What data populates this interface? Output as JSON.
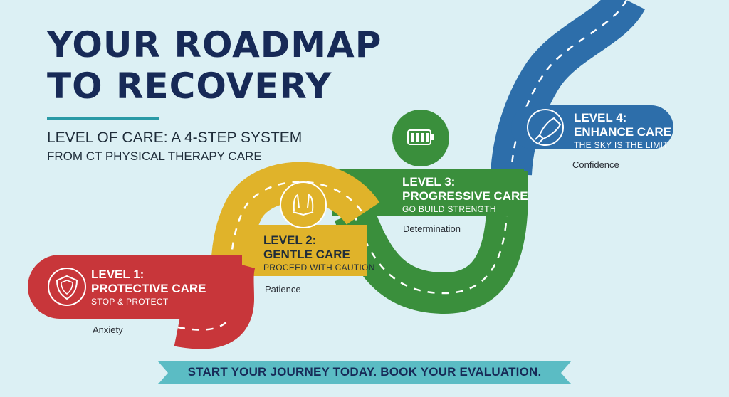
{
  "header": {
    "title_line1": "YOUR ROADMAP",
    "title_line2": "TO RECOVERY",
    "subtitle": "LEVEL OF CARE: A 4-STEP SYSTEM",
    "subtitle2": "FROM CT PHYSICAL THERAPY CARE"
  },
  "levels": [
    {
      "heading1": "LEVEL 1:",
      "heading2": "PROTECTIVE CARE",
      "tagline": "STOP & PROTECT",
      "emotion": "Anxiety",
      "icon": "shield-icon",
      "color": "#c8363a"
    },
    {
      "heading1": "LEVEL 2:",
      "heading2": "GENTLE CARE",
      "tagline": "PROCEED WITH CAUTION",
      "emotion": "Patience",
      "icon": "hands-icon",
      "color": "#e0b32a"
    },
    {
      "heading1": "LEVEL 3:",
      "heading2": "PROGRESSIVE CARE",
      "tagline": "GO BUILD STRENGTH",
      "emotion": "Determination",
      "icon": "battery-icon",
      "color": "#3a8f3c"
    },
    {
      "heading1": "LEVEL 4:",
      "heading2": "ENHANCE CARE",
      "tagline": "THE SKY IS THE LIMIT",
      "emotion": "Confidence",
      "icon": "rocket-icon",
      "color": "#2d6eaa"
    }
  ],
  "cta": {
    "text": "START YOUR JOURNEY TODAY. BOOK YOUR EVALUATION.",
    "color": "#5bbcc4"
  }
}
